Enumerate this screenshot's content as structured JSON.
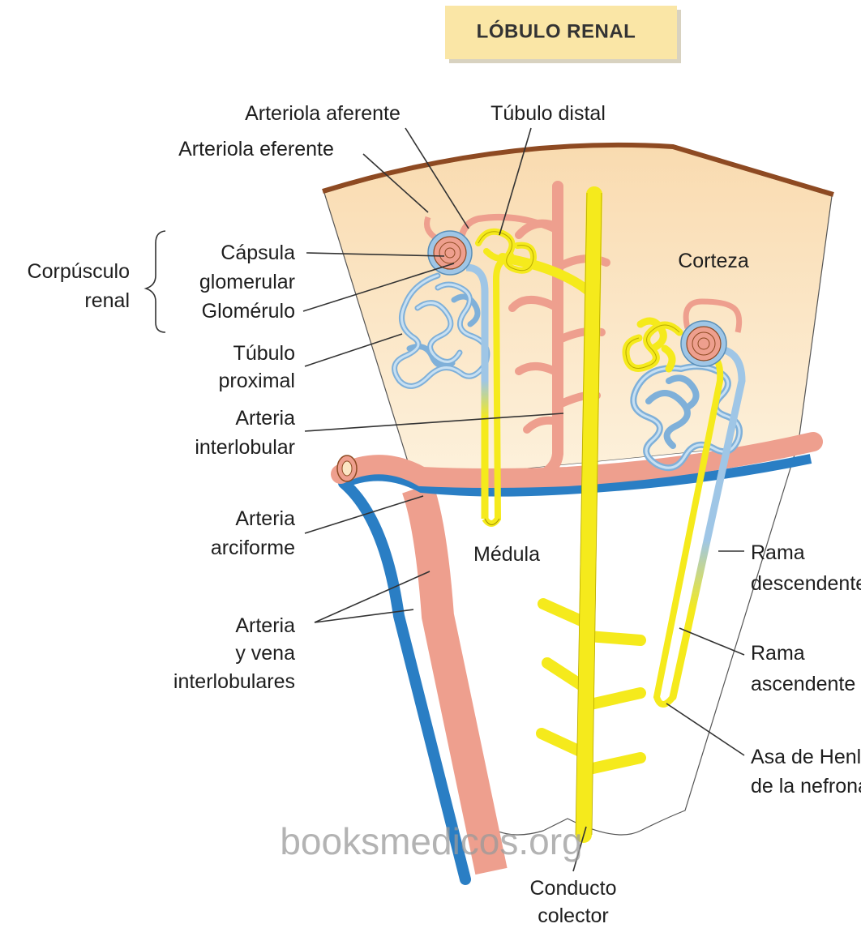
{
  "title": "LÓBULO RENAL",
  "colors": {
    "cortex_fill": "#fbe6c4",
    "capsule_edge": "#8e4a22",
    "artery": "#ee9f8e",
    "vein": "#2a7ec4",
    "collecting_duct": "#f5ea1c",
    "proximal_tubule": "#9fc6e6",
    "title_box": "#fae6a6"
  },
  "labels": {
    "arteriola_aferente": "Arteriola aferente",
    "tubulo_distal": "Túbulo distal",
    "arteriola_eferente": "Arteriola eferente",
    "corpusculo": [
      "Corpúsculo",
      "renal"
    ],
    "capsula": [
      "Cápsula",
      "glomerular"
    ],
    "glomerulo": "Glomérulo",
    "tubulo_proximal": [
      "Túbulo",
      "proximal"
    ],
    "arteria_interlobular": [
      "Arteria",
      "interlobular"
    ],
    "arteria_arciforme": [
      "Arteria",
      "arciforme"
    ],
    "arteria_vena": [
      "Arteria",
      "y vena",
      "interlobulares"
    ],
    "corteza": "Corteza",
    "medula": "Médula",
    "rama_descendente": [
      "Rama",
      "descendente"
    ],
    "rama_ascendente": [
      "Rama",
      "ascendente"
    ],
    "asa_henle": [
      "Asa de Henle",
      "de la nefrona"
    ],
    "conducto_colector": [
      "Conducto",
      "colector"
    ]
  },
  "watermark": "booksmedicos.org"
}
